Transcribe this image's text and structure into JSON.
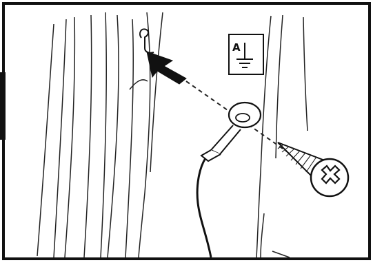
{
  "diagram": {
    "symbol_label": "A",
    "symbol_icon": "earth-ground-icon",
    "components": [
      "wall-surface-lines",
      "hook-bracket",
      "black-arrow",
      "dashed-alignment-line",
      "ground-wire-ring-terminal",
      "phillips-screw"
    ]
  }
}
